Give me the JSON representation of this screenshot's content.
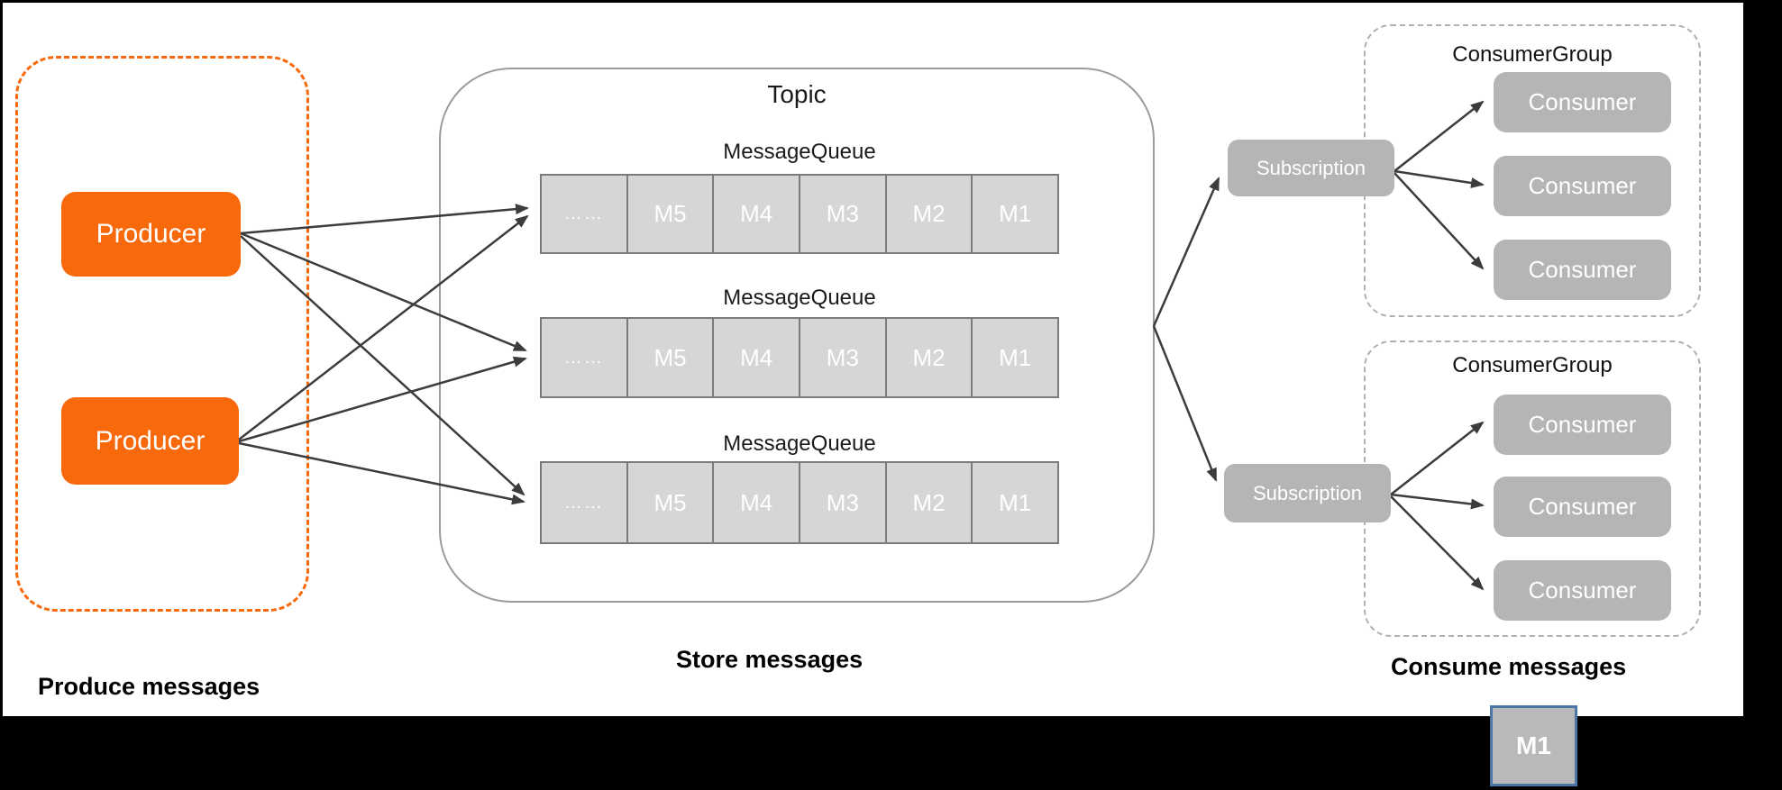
{
  "section_labels": {
    "produce": "Produce messages",
    "store": "Store messages",
    "consume": "Consume messages"
  },
  "producers": [
    "Producer",
    "Producer"
  ],
  "topic": {
    "title": "Topic",
    "queues": [
      {
        "label": "MessageQueue",
        "cells": [
          "……",
          "M5",
          "M4",
          "M3",
          "M2",
          "M1"
        ]
      },
      {
        "label": "MessageQueue",
        "cells": [
          "……",
          "M5",
          "M4",
          "M3",
          "M2",
          "M1"
        ]
      },
      {
        "label": "MessageQueue",
        "cells": [
          "……",
          "M5",
          "M4",
          "M3",
          "M2",
          "M1"
        ]
      }
    ]
  },
  "subscriptions": [
    "Subscription",
    "Subscription"
  ],
  "consumer_groups": [
    {
      "title": "ConsumerGroup",
      "consumers": [
        "Consumer",
        "Consumer",
        "Consumer"
      ]
    },
    {
      "title": "ConsumerGroup",
      "consumers": [
        "Consumer",
        "Consumer",
        "Consumer"
      ]
    }
  ],
  "floating_message": {
    "label": "M1"
  },
  "colors": {
    "producer_orange": "#F8690B",
    "gray_box": "#B5B5B5",
    "queue_cell": "#D6D6D6",
    "queue_cell_border": "#7B7B7B",
    "arrow": "#3C3C3C",
    "message_border_blue": "#4C77A5"
  }
}
